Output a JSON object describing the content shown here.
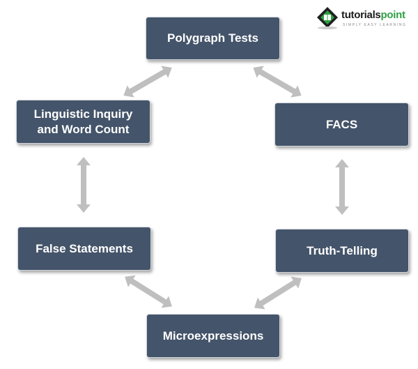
{
  "nodes": {
    "polygraph": "Polygraph Tests",
    "linguistic_line1": "Linguistic Inquiry",
    "linguistic_line2": "and Word Count",
    "facs": "FACS",
    "false_statements": "False Statements",
    "truth_telling": "Truth-Telling",
    "microexpressions": "Microexpressions"
  },
  "logo": {
    "brand_part1": "tutorials",
    "brand_part2": "point",
    "tagline": "SIMPLY EASY LEARNING"
  },
  "colors": {
    "node_fill": "#44546a",
    "node_text": "#ffffff",
    "arrow": "#bfbfbf",
    "brand_green": "#2ea043"
  }
}
